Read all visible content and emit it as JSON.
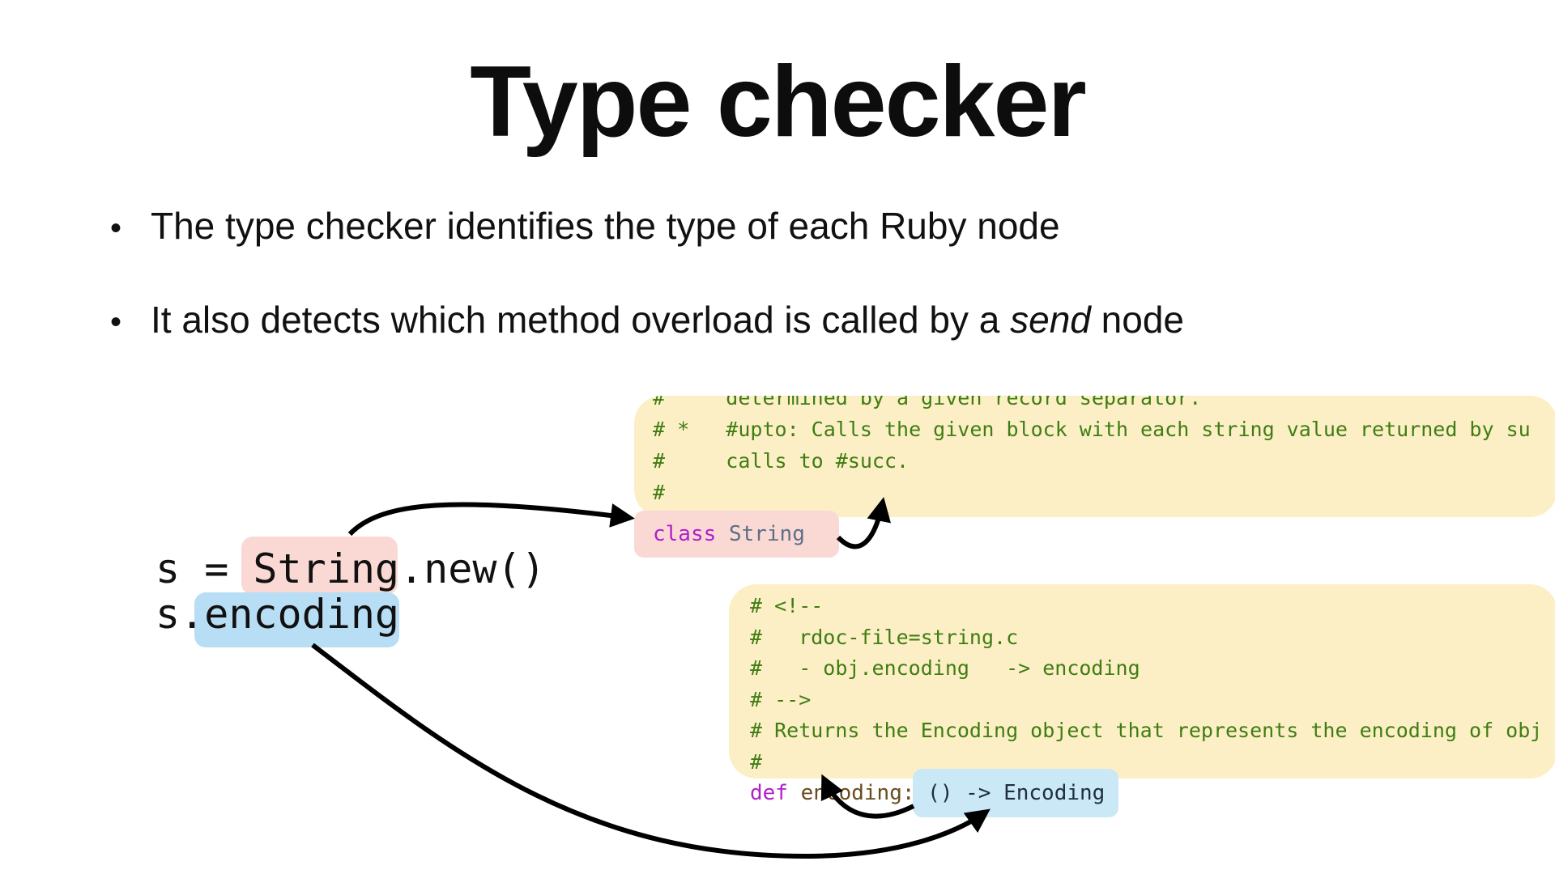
{
  "slide": {
    "title": "Type checker",
    "bullets": [
      {
        "text": "The type checker identifies the type of each Ruby node"
      },
      {
        "prefix": "It also detects which method overload is called by a ",
        "emphasis": "send",
        "suffix": " node"
      }
    ],
    "bullet_glyph": "•"
  },
  "code_snippet": {
    "line1": {
      "before": "s = ",
      "highlight": "String",
      "after": ".new()"
    },
    "line2": {
      "before": "s.",
      "highlight": "encoding"
    }
  },
  "doc_string_class": {
    "lines": [
      "#     determined by a given record separator.",
      "# *   #upto: Calls the given block with each string value returned by su",
      "#     calls to #succ.",
      "#"
    ],
    "signature": {
      "keyword": "class",
      "name": "String"
    }
  },
  "doc_encoding_method": {
    "lines": [
      "# <!--",
      "#   rdoc-file=string.c",
      "#   - obj.encoding   -> encoding",
      "# -->",
      "# Returns the Encoding object that represents the encoding of obj",
      "#"
    ],
    "signature": {
      "keyword": "def",
      "name": "encoding:",
      "type": "() -> Encoding"
    }
  },
  "colors": {
    "string_highlight": "#fad9d5",
    "encoding_highlight": "#b7def5",
    "doc_panel": "#fcefc6",
    "comment_text": "#3f7d12",
    "keyword": "#b01fc8"
  }
}
